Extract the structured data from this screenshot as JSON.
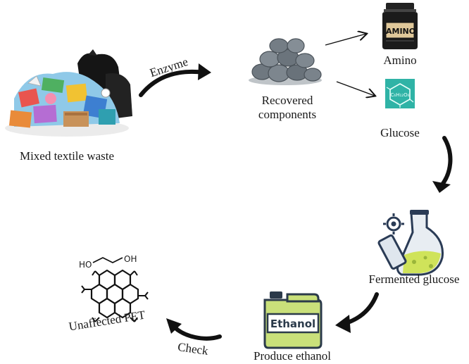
{
  "nodes": {
    "waste": "Mixed textile waste",
    "recovered": "Recovered\ncomponents",
    "amino": "Amino",
    "glucose": "Glucose",
    "fermented": "Fermented glucose",
    "ethanol": "Produce ethanol",
    "pet": "Unaffected PET"
  },
  "edges": {
    "enzyme": "Enzyme",
    "check": "Check"
  },
  "icon_text": {
    "jar_label": "AMINO",
    "canister_label": "Ethanol",
    "ho_left": "HO",
    "oh_right": "OH"
  },
  "colors": {
    "arrow": "#111111",
    "rock": "#6f7880",
    "glucose_tile": "#2fb3a6",
    "canister": "#c9e07a",
    "flask_liquid": "#cfe35a"
  }
}
